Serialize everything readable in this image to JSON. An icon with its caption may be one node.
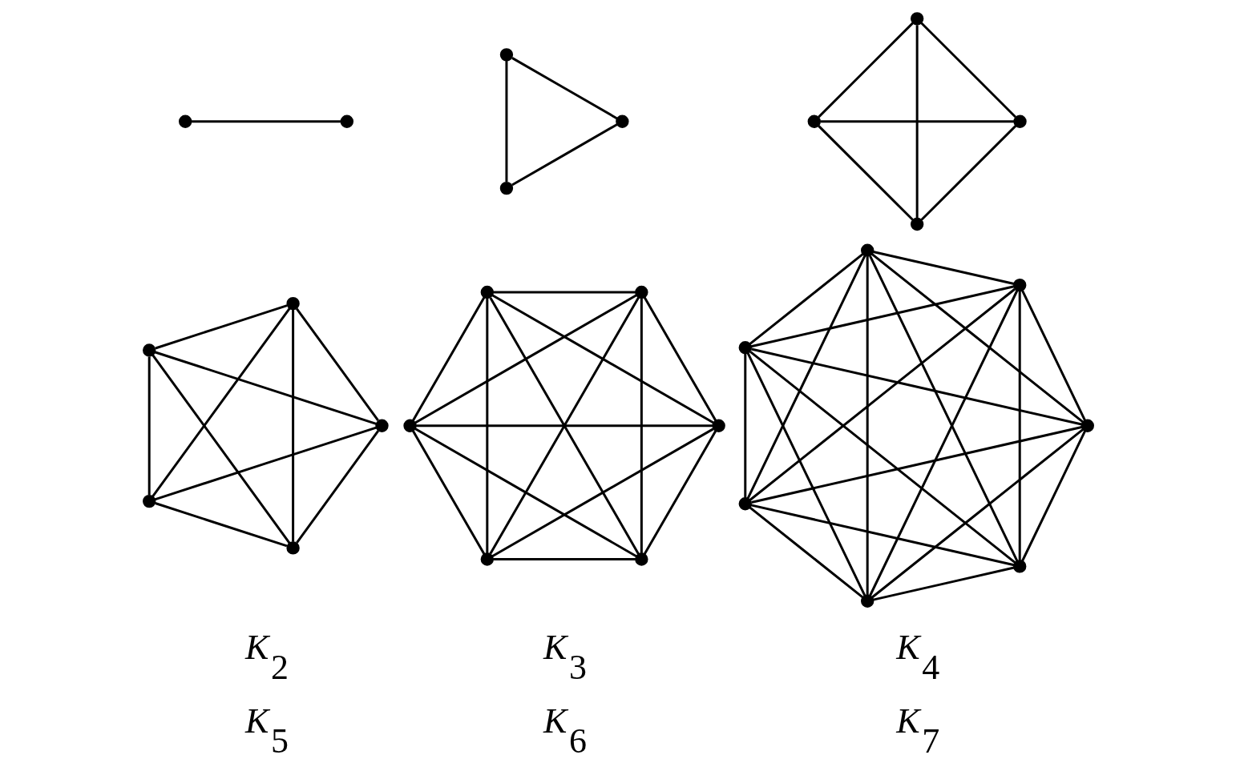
{
  "diagram": {
    "nodes": [
      {
        "text": [],
        "shape": "circle"
      },
      {
        "text": [],
        "shape": "circle"
      },
      {
        "text": [],
        "shape": "circle"
      },
      {
        "text": [],
        "shape": "circle"
      },
      {
        "text": [],
        "shape": "circle"
      },
      {
        "text": [],
        "shape": "circle"
      },
      {
        "text": [],
        "shape": "circle"
      },
      {
        "text": [],
        "shape": "circle"
      },
      {
        "text": [],
        "shape": "circle"
      },
      {
        "text": [],
        "shape": "circle"
      },
      {
        "text": [],
        "shape": "circle"
      },
      {
        "text": [],
        "shape": "circle"
      },
      {
        "text": [],
        "shape": "circle"
      },
      {
        "text": [],
        "shape": "circle"
      },
      {
        "text": [],
        "shape": "circle"
      },
      {
        "text": [],
        "shape": "circle"
      },
      {
        "text": [],
        "shape": "circle"
      },
      {
        "text": [],
        "shape": "circle"
      },
      {
        "text": [],
        "shape": "circle"
      },
      {
        "text": [],
        "shape": "circle"
      },
      {
        "text": [],
        "shape": "circle"
      },
      {
        "text": [],
        "shape": "circle"
      },
      {
        "text": [],
        "shape": "circle"
      },
      {
        "text": [],
        "shape": "circle"
      },
      {
        "text": [],
        "shape": "circle"
      },
      {
        "text": [],
        "shape": "circle"
      },
      {
        "text": [],
        "shape": "circle"
      }
    ],
    "edges": [
      {
        "from": 0,
        "to": 1,
        "arrow": "none"
      },
      {
        "from": 2,
        "to": 3,
        "arrow": "none"
      },
      {
        "from": 2,
        "to": 4,
        "arrow": "none"
      },
      {
        "from": 3,
        "to": 4,
        "arrow": "none"
      },
      {
        "from": 5,
        "to": 6,
        "arrow": "none"
      },
      {
        "from": 5,
        "to": 7,
        "arrow": "none"
      },
      {
        "from": 5,
        "to": 8,
        "arrow": "none"
      },
      {
        "from": 6,
        "to": 7,
        "arrow": "none"
      },
      {
        "from": 6,
        "to": 8,
        "arrow": "none"
      },
      {
        "from": 7,
        "to": 8,
        "arrow": "none"
      },
      {
        "from": 9,
        "to": 10,
        "arrow": "none"
      },
      {
        "from": 9,
        "to": 11,
        "arrow": "none"
      },
      {
        "from": 9,
        "to": 12,
        "arrow": "none"
      },
      {
        "from": 9,
        "to": 13,
        "arrow": "none"
      },
      {
        "from": 10,
        "to": 11,
        "arrow": "none"
      },
      {
        "from": 10,
        "to": 12,
        "arrow": "none"
      },
      {
        "from": 10,
        "to": 13,
        "arrow": "none"
      },
      {
        "from": 11,
        "to": 12,
        "arrow": "none"
      },
      {
        "from": 11,
        "to": 13,
        "arrow": "none"
      },
      {
        "from": 12,
        "to": 13,
        "arrow": "none"
      },
      {
        "from": 14,
        "to": 15,
        "arrow": "none"
      },
      {
        "from": 14,
        "to": 16,
        "arrow": "none"
      },
      {
        "from": 14,
        "to": 17,
        "arrow": "none"
      },
      {
        "from": 14,
        "to": 18,
        "arrow": "none"
      },
      {
        "from": 14,
        "to": 19,
        "arrow": "none"
      },
      {
        "from": 15,
        "to": 16,
        "arrow": "none"
      },
      {
        "from": 15,
        "to": 17,
        "arrow": "none"
      },
      {
        "from": 15,
        "to": 18,
        "arrow": "none"
      },
      {
        "from": 15,
        "to": 19,
        "arrow": "none"
      },
      {
        "from": 16,
        "to": 17,
        "arrow": "none"
      },
      {
        "from": 16,
        "to": 18,
        "arrow": "none"
      },
      {
        "from": 16,
        "to": 19,
        "arrow": "none"
      },
      {
        "from": 17,
        "to": 18,
        "arrow": "none"
      },
      {
        "from": 17,
        "to": 19,
        "arrow": "none"
      },
      {
        "from": 18,
        "to": 19,
        "arrow": "none"
      },
      {
        "from": 20,
        "to": 21,
        "arrow": "none"
      },
      {
        "from": 20,
        "to": 22,
        "arrow": "none"
      },
      {
        "from": 20,
        "to": 23,
        "arrow": "none"
      },
      {
        "from": 20,
        "to": 24,
        "arrow": "none"
      },
      {
        "from": 20,
        "to": 25,
        "arrow": "none"
      },
      {
        "from": 20,
        "to": 26,
        "arrow": "none"
      },
      {
        "from": 21,
        "to": 22,
        "arrow": "none"
      },
      {
        "from": 21,
        "to": 23,
        "arrow": "none"
      },
      {
        "from": 21,
        "to": 24,
        "arrow": "none"
      },
      {
        "from": 21,
        "to": 25,
        "arrow": "none"
      },
      {
        "from": 21,
        "to": 26,
        "arrow": "none"
      },
      {
        "from": 22,
        "to": 23,
        "arrow": "none"
      },
      {
        "from": 22,
        "to": 24,
        "arrow": "none"
      },
      {
        "from": 22,
        "to": 25,
        "arrow": "none"
      },
      {
        "from": 22,
        "to": 26,
        "arrow": "none"
      },
      {
        "from": 23,
        "to": 24,
        "arrow": "none"
      },
      {
        "from": 23,
        "to": 25,
        "arrow": "none"
      },
      {
        "from": 23,
        "to": 26,
        "arrow": "none"
      },
      {
        "from": 24,
        "to": 25,
        "arrow": "none"
      },
      {
        "from": 24,
        "to": 26,
        "arrow": "none"
      },
      {
        "from": 25,
        "to": 26,
        "arrow": "none"
      }
    ],
    "labels": [
      "K$_{2}$",
      "K$_{3}$",
      "K$_{4}$",
      "K$_{5}$",
      "K$_{6}$",
      "K$_{7}$"
    ]
  }
}
